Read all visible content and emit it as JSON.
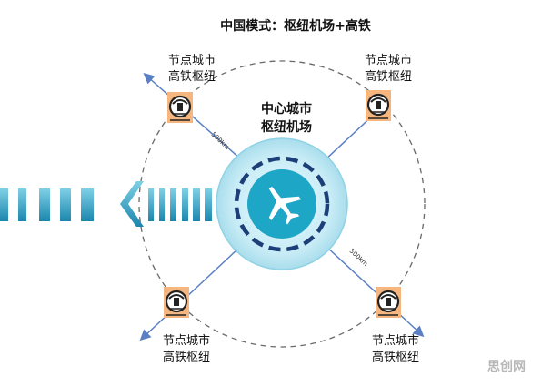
{
  "title": "中国模式：枢纽机场+高铁",
  "center": {
    "line1": "中心城市",
    "line2": "枢纽机场"
  },
  "nodes": [
    {
      "line1": "节点城市",
      "line2": "高铁枢纽"
    },
    {
      "line1": "节点城市",
      "line2": "高铁枢纽"
    },
    {
      "line1": "节点城市",
      "line2": "高铁枢纽"
    },
    {
      "line1": "节点城市",
      "line2": "高铁枢纽"
    }
  ],
  "distance_labels": [
    "500km",
    "500km"
  ],
  "watermark": "思创网",
  "icons": {
    "center": "airplane-icon",
    "node": "high-speed-rail-station-icon",
    "arrow": "chevron-left-arrow"
  },
  "colors": {
    "hub_fill": "#1ea6c7",
    "hub_ring": "#cbeef7",
    "dashed": "#1c3f78",
    "connector": "#5a7fc4",
    "station_bg": "#f5b77f",
    "bars": "#2fa0c4"
  }
}
